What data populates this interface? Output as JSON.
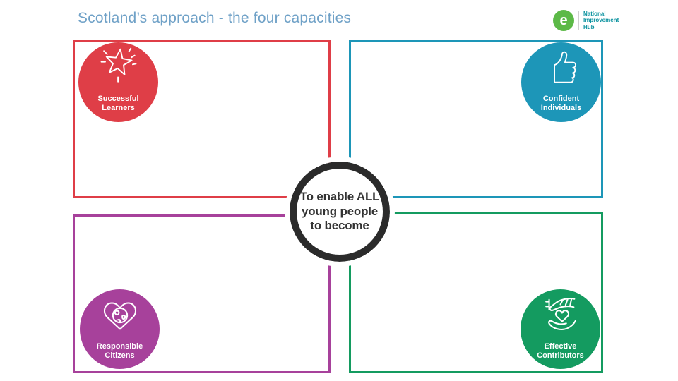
{
  "title": "Scotland’s approach - the four capacities",
  "logo": {
    "letter": "e",
    "line1": "National",
    "line2": "Improvement",
    "line3": "Hub"
  },
  "center_circle": {
    "line1": "To enable ALL",
    "line2": "young people",
    "line3": "to become"
  },
  "capacities": {
    "successful_learners": {
      "line1": "Successful",
      "line2": "Learners",
      "color": "#DF3E47",
      "icon": "star-icon"
    },
    "confident_individuals": {
      "line1": "Confident",
      "line2": "Individuals",
      "color": "#1D96B8",
      "icon": "thumbs-up-icon"
    },
    "responsible_citizens": {
      "line1": "Responsible",
      "line2": "Citizens",
      "color": "#A7419B",
      "icon": "heart-globe-icon"
    },
    "effective_contributors": {
      "line1": "Effective",
      "line2": "Contributors",
      "color": "#149B60",
      "icon": "hands-heart-icon"
    }
  },
  "colors": {
    "title_text": "#6FA1C7",
    "center_ring": "#2B2B2B",
    "center_text": "#333333",
    "logo_circle_green": "#5CB947",
    "logo_text_teal": "#0E93A0",
    "red": "#DF3E47",
    "teal": "#1D96B8",
    "purple": "#A7419B",
    "green": "#149B60"
  }
}
